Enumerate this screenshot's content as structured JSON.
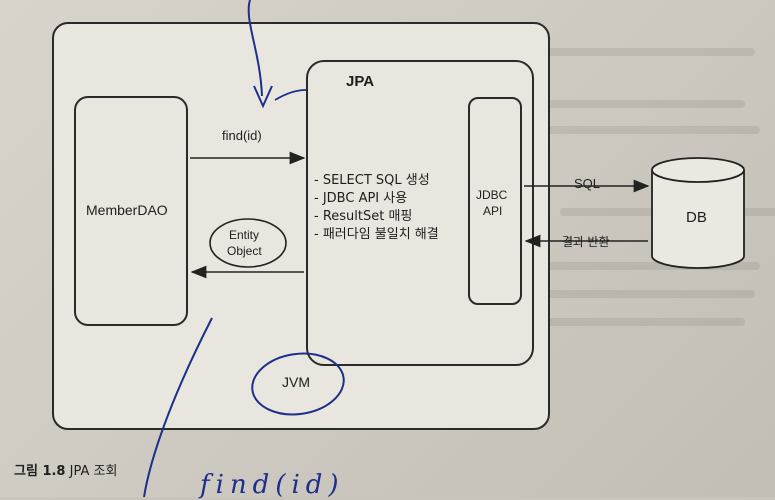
{
  "diagram": {
    "jpa_title": "JPA",
    "member_dao": "MemberDAO",
    "jdbc_api_line1": "JDBC",
    "jdbc_api_line2": "API",
    "db": "DB",
    "call_label": "find(id)",
    "entity_line1": "Entity",
    "entity_line2": "Object",
    "jpa_bullets": [
      "- SELECT SQL 생성",
      "- JDBC API 사용",
      "- ResultSet 매핑",
      "- 패러다임 불일치 해결"
    ],
    "sql_label": "SQL",
    "result_label": "결과 반환",
    "jvm_label": "JVM"
  },
  "caption": {
    "prefix": "그림 1.8",
    "text": " JPA 조회"
  },
  "handwriting": {
    "bottom_text": "find(id)"
  }
}
